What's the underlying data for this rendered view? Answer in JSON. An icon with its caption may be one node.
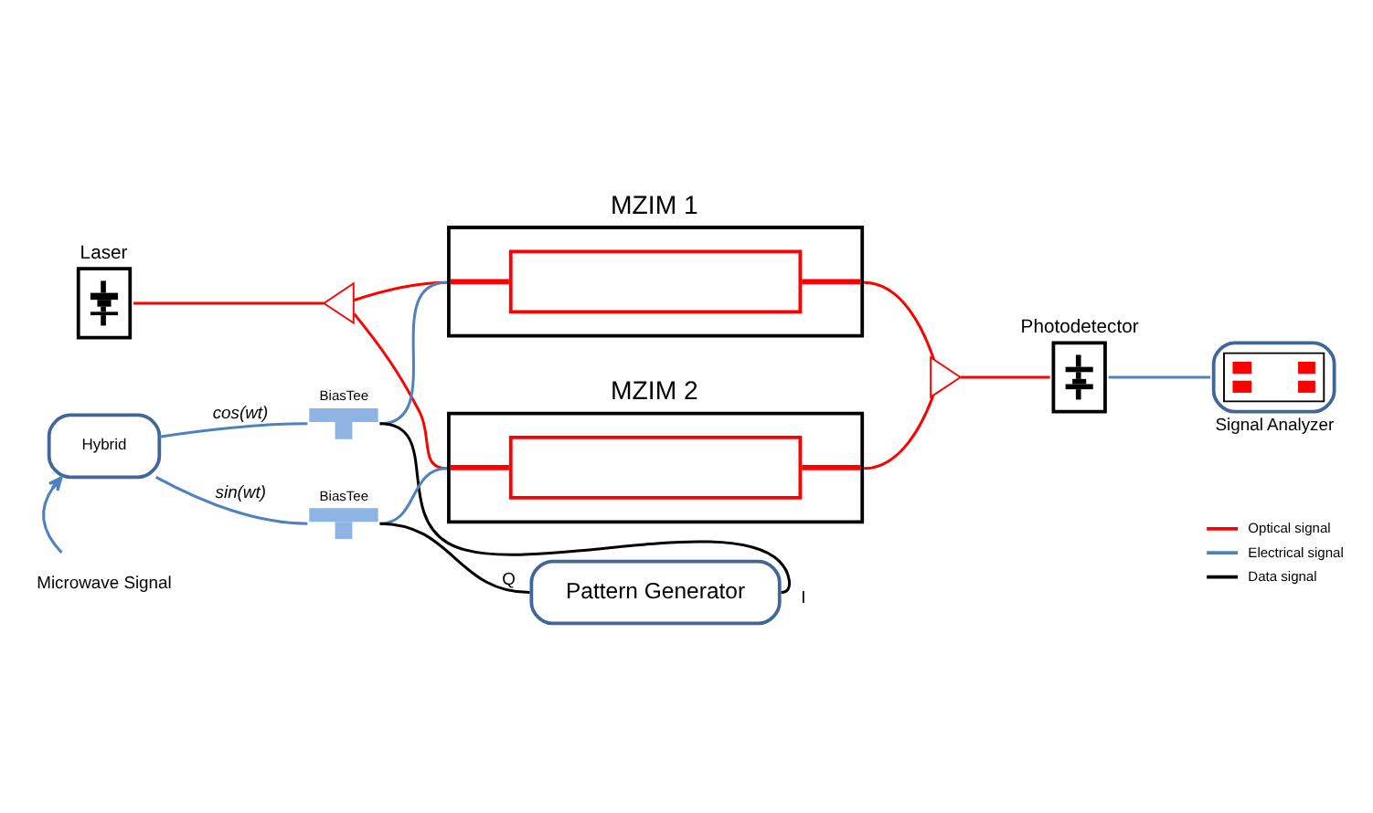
{
  "diagram": {
    "nodes": [
      {
        "text": [
          "MZIM 1"
        ]
      },
      {
        "text": [
          "Laser"
        ]
      },
      {
        "text": [],
        "shape": "triangle"
      },
      {
        "text": [
          "BiasTee"
        ]
      },
      {
        "text": [],
        "shape": "triangle"
      },
      {
        "text": [
          "Photodetector"
        ]
      },
      {
        "text": [
          "MZIM 2"
        ]
      },
      {
        "text": [
          "Hybrid"
        ]
      },
      {
        "text": [
          "Signal Analyzer"
        ]
      },
      {
        "text": [
          "BiasTee"
        ]
      },
      {
        "text": [
          "Microwave Signal"
        ]
      },
      {
        "text": [
          "Pattern Generator"
        ]
      }
    ],
    "edges": [
      {
        "from": 1,
        "to": 2,
        "arrow": "none",
        "color": "#ff0000"
      },
      {
        "from": 2,
        "to": 0,
        "arrow": "none",
        "color": "#ff0000"
      },
      {
        "from": 2,
        "to": 6,
        "arrow": "none",
        "color": "#ff0000"
      },
      {
        "from": 0,
        "to": 4,
        "arrow": "none",
        "color": "#ff0000"
      },
      {
        "from": 6,
        "to": 4,
        "arrow": "none",
        "color": "#ff0000"
      },
      {
        "from": 4,
        "to": 5,
        "arrow": "none",
        "color": "#ff0000"
      },
      {
        "from": 5,
        "to": 8,
        "arrow": "none",
        "color": "#4f81bd"
      },
      {
        "from": 10,
        "to": 7,
        "arrow": "to",
        "color": "#4f81bd"
      },
      {
        "from": 7,
        "to": 3,
        "arrow": "none",
        "label": "cos(wt)",
        "color": "#4f81bd"
      },
      {
        "from": 7,
        "to": 9,
        "arrow": "none",
        "label": "sin(wt)",
        "color": "#4f81bd"
      },
      {
        "from": 3,
        "to": 0,
        "arrow": "none",
        "color": "#4f81bd"
      },
      {
        "from": 9,
        "to": 6,
        "arrow": "none",
        "color": "#4f81bd"
      },
      {
        "from": 3,
        "to": 11,
        "arrow": "none",
        "label": "I",
        "color": "#000000"
      },
      {
        "from": 9,
        "to": 11,
        "arrow": "none",
        "label": "Q",
        "color": "#000000"
      }
    ],
    "legend": [
      {
        "text": "Optical signal"
      },
      {
        "text": "Electrical signal"
      },
      {
        "text": "Data signal"
      }
    ]
  }
}
